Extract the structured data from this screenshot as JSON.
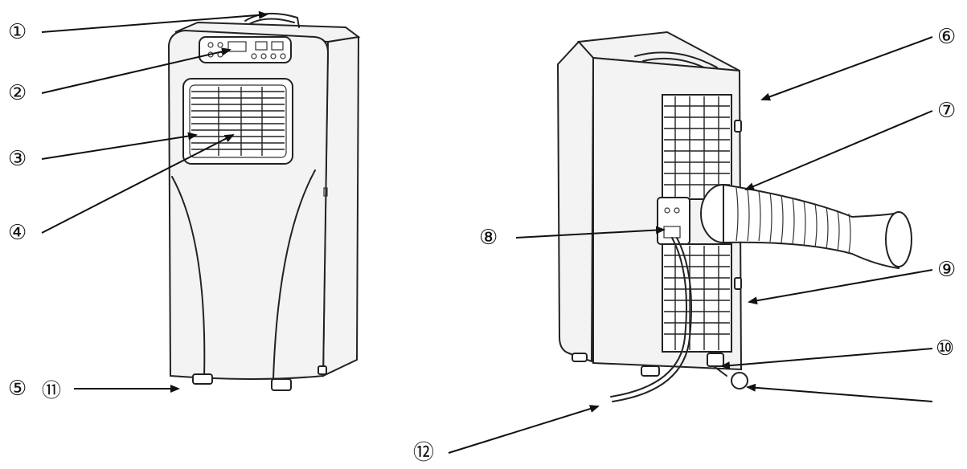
{
  "diagram": {
    "callouts": [
      {
        "id": "c1",
        "text": "①"
      },
      {
        "id": "c2",
        "text": "②"
      },
      {
        "id": "c3",
        "text": "③"
      },
      {
        "id": "c4",
        "text": "④"
      },
      {
        "id": "c5",
        "text": "⑤"
      },
      {
        "id": "c6",
        "text": "⑥"
      },
      {
        "id": "c7",
        "text": "⑦"
      },
      {
        "id": "c8",
        "text": "⑧"
      },
      {
        "id": "c9",
        "text": "⑨"
      },
      {
        "id": "c10",
        "text": "⑩"
      },
      {
        "id": "c11",
        "text": "⑪"
      },
      {
        "id": "c12",
        "text": "⑫"
      }
    ],
    "colors": {
      "line": "#222222",
      "background": "#ffffff",
      "body_fill": "#f3f3f3"
    }
  }
}
